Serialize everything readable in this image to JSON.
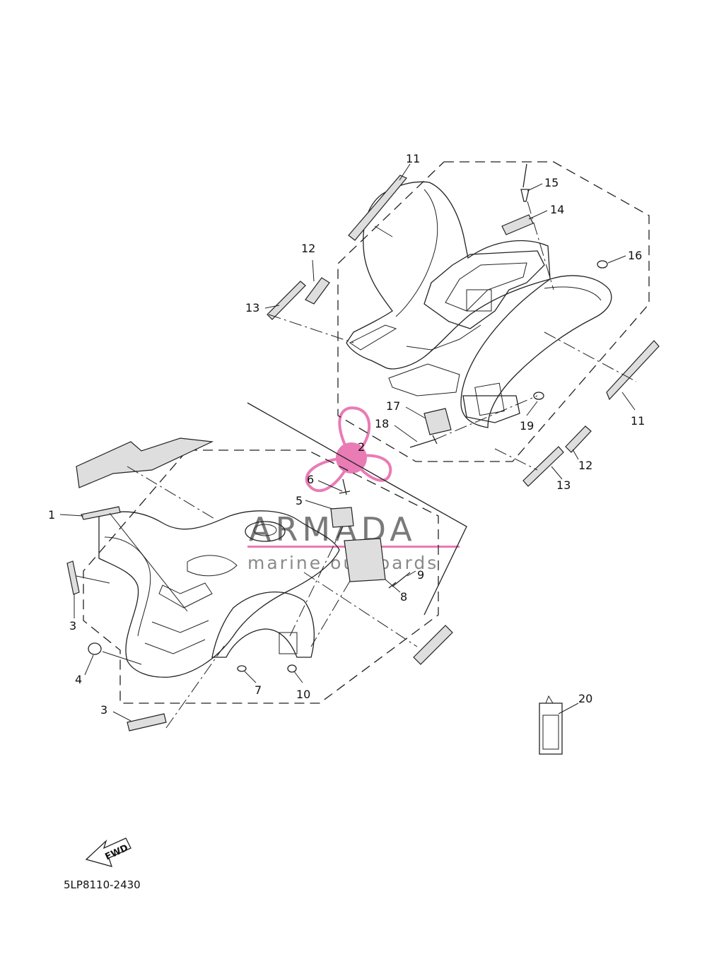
{
  "diagram": {
    "drawing_code": "5LP8110-2430",
    "forward_arrow_label": "FWD",
    "watermark": {
      "name": "ARMADA",
      "tagline": "marine outboards",
      "accent_color": "#e97bb5"
    },
    "callouts": {
      "c1": "1",
      "c2": "2",
      "c3a": "3",
      "c3b": "3",
      "c4": "4",
      "c5": "5",
      "c6": "6",
      "c7": "7",
      "c8": "8",
      "c9": "9",
      "c10": "10",
      "c11a": "11",
      "c11b": "11",
      "c12a": "12",
      "c12b": "12",
      "c13a": "13",
      "c13b": "13",
      "c14": "14",
      "c15": "15",
      "c16": "16",
      "c17": "17",
      "c18": "18",
      "c19": "19",
      "c20": "20"
    }
  }
}
